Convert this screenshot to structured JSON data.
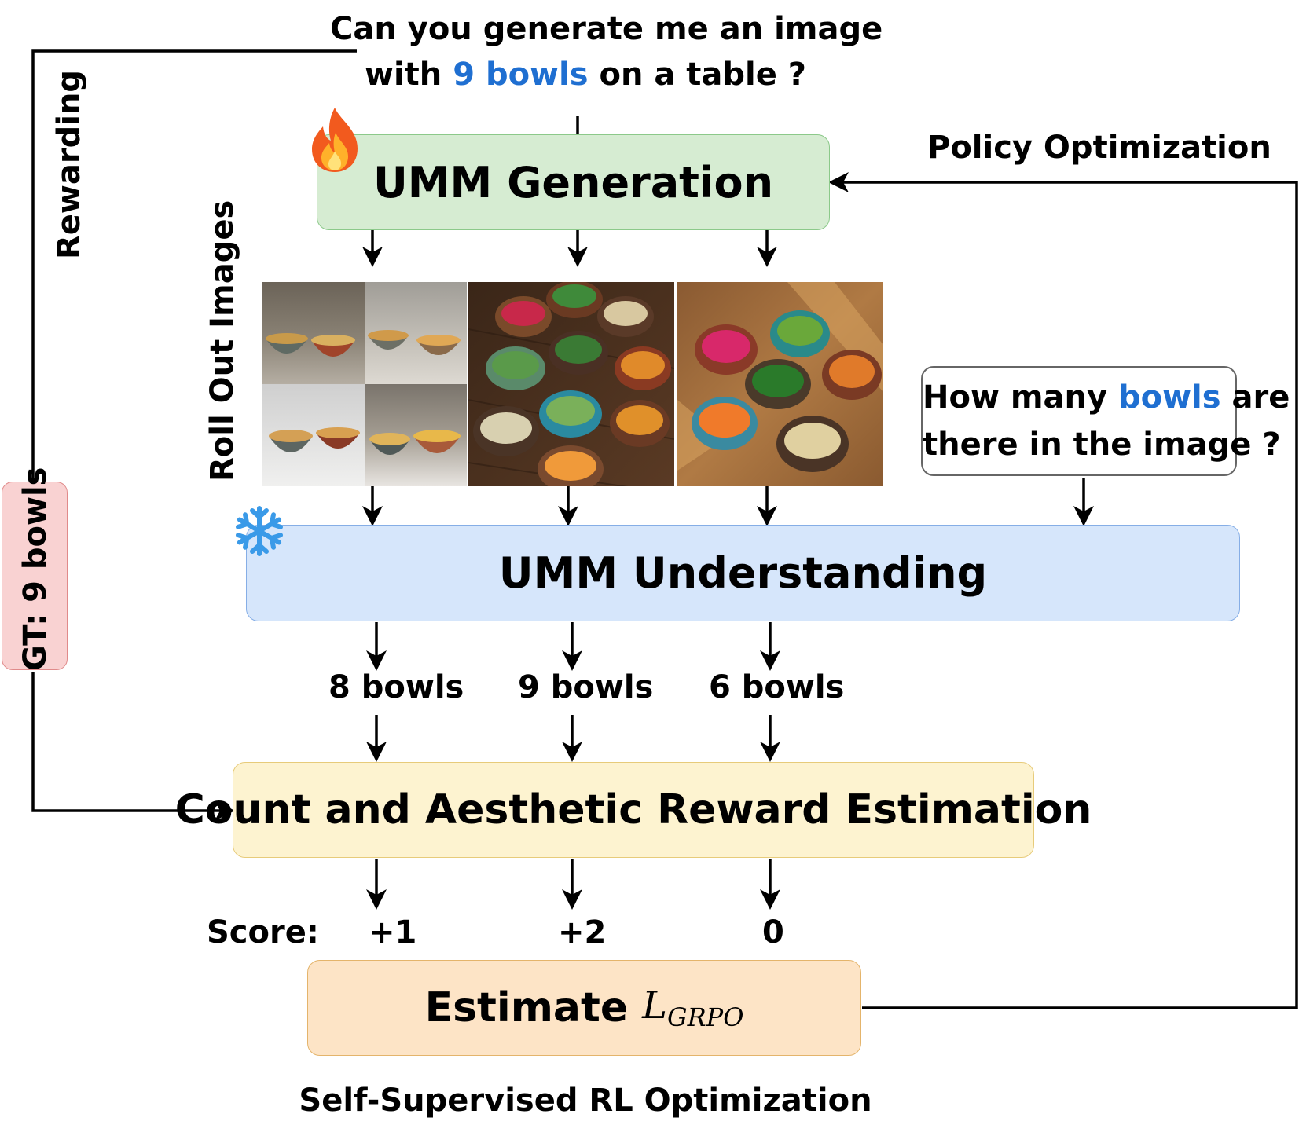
{
  "prompt": {
    "line1": "Can you generate me an image",
    "line2_pre": "with ",
    "line2_highlight": "9 bowls",
    "line2_post": " on a table ?"
  },
  "labels": {
    "rewarding": "Rewarding",
    "policy_optimization": "Policy Optimization",
    "roll_out_images": "Roll Out Images",
    "gt": "GT: 9 bowls",
    "score": "Score:",
    "caption": "Self-Supervised RL Optimization"
  },
  "boxes": {
    "generation": "UMM Generation",
    "understanding": "UMM Understanding",
    "reward": "Count and Aesthetic Reward Estimation",
    "estimate_prefix": "Estimate",
    "estimate_symbol": "L",
    "estimate_subscript": "GRPO"
  },
  "question": {
    "line1_pre": "How many ",
    "line1_highlight": "bowls",
    "line1_post": " are",
    "line2": "there in the image ?"
  },
  "counts": [
    "8 bowls",
    "9 bowls",
    "6 bowls"
  ],
  "scores": [
    "+1",
    "+2",
    "0"
  ],
  "icons": {
    "fire": "fire-icon",
    "snowflake": "snowflake-icon"
  },
  "colors": {
    "highlight": "#1f6fd1",
    "generation_fill": "#d6ecd2",
    "understanding_fill": "#d6e6fb",
    "reward_fill": "#fdf3d0",
    "estimate_fill": "#fde4c6",
    "gt_fill": "#f9d2d2"
  }
}
